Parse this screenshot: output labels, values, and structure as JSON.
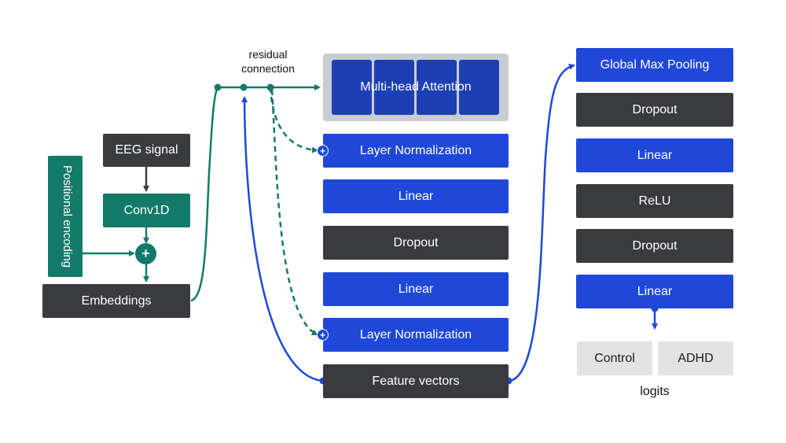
{
  "left": {
    "eeg_signal": "EEG signal",
    "conv1d": "Conv1D",
    "positional_encoding": "Positional encoding",
    "embeddings": "Embeddings",
    "plus": "+"
  },
  "residual_label": "residual\nconnection",
  "encoder": {
    "attention": "Multi-head Attention",
    "layer_norm_1": "Layer Normalization",
    "linear_1": "Linear",
    "dropout": "Dropout",
    "linear_2": "Linear",
    "layer_norm_2": "Layer Normalization",
    "feature_vectors": "Feature vectors",
    "plus": "+"
  },
  "head": {
    "global_max_pooling": "Global Max Pooling",
    "dropout_1": "Dropout",
    "linear_1": "Linear",
    "relu": "ReLU",
    "dropout_2": "Dropout",
    "linear_2": "Linear"
  },
  "logits": {
    "control": "Control",
    "adhd": "ADHD",
    "label": "logits"
  },
  "colors": {
    "blue": "#1f48d9",
    "dark": "#3a3b3e",
    "teal": "#137a6a",
    "light": "#e3e3e3"
  }
}
